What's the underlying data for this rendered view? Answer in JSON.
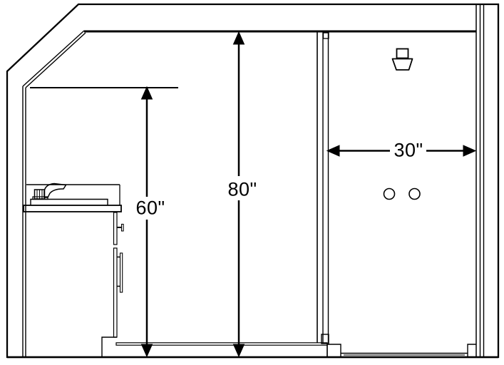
{
  "diagram": {
    "title": "Bathroom elevation drawing with vanity and shower",
    "background_color": "#ffffff",
    "line_color": "#000000",
    "text_color": "#000000",
    "dims": [
      {
        "id": "vanity-wall-height",
        "label": "60\"",
        "orientation": "vertical"
      },
      {
        "id": "ceiling-height",
        "label": "80\"",
        "orientation": "vertical"
      },
      {
        "id": "shower-width",
        "label": "30\"",
        "orientation": "horizontal"
      }
    ],
    "fixtures": [
      "faucet",
      "sink-basin",
      "countertop",
      "vanity-cabinet",
      "drawer-handle",
      "door-handle",
      "shower-door-frame",
      "shower-head",
      "shower-knob-left",
      "shower-knob-right",
      "shower-pan"
    ]
  }
}
